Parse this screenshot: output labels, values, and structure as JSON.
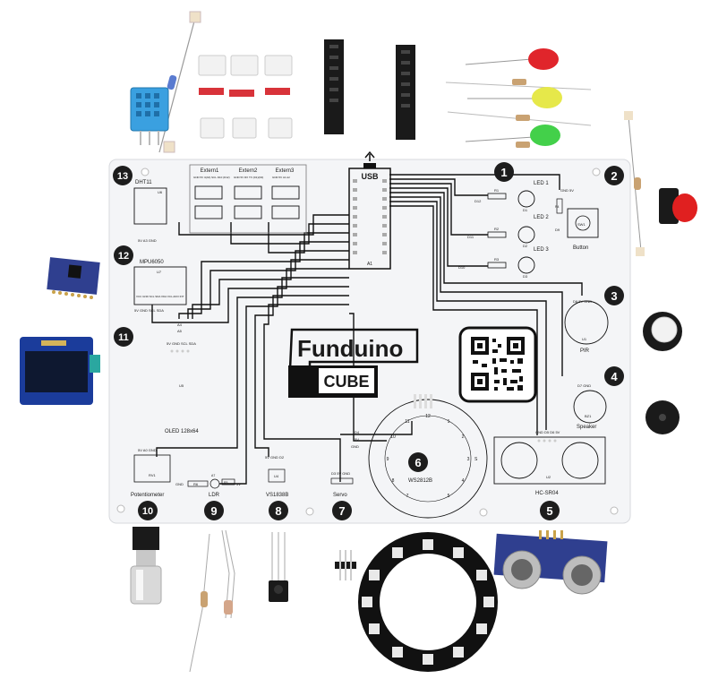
{
  "board": {
    "brand": "Funduino",
    "product": "CUBE",
    "usb_label": "USB",
    "arduino_ref": "A1"
  },
  "modules": [
    {
      "num": "1",
      "label": "LED 1"
    },
    {
      "num": "2",
      "label": "Button"
    },
    {
      "num": "3",
      "label": "PIR"
    },
    {
      "num": "4",
      "label": "Speaker"
    },
    {
      "num": "5",
      "label": "HC-SR04"
    },
    {
      "num": "6",
      "label": "WS2812B"
    },
    {
      "num": "7",
      "label": "Servo"
    },
    {
      "num": "8",
      "label": "VS1838B"
    },
    {
      "num": "9",
      "label": "LDR"
    },
    {
      "num": "10",
      "label": "Potentiometer"
    },
    {
      "num": "11",
      "label": "OLED 128x64"
    },
    {
      "num": "12",
      "label": "MPU6050"
    },
    {
      "num": "13",
      "label": "DHT11"
    }
  ],
  "leds": [
    "LED 1",
    "LED 2",
    "LED 3"
  ],
  "resistors": [
    "R1",
    "R2",
    "R3"
  ],
  "led_pins": [
    "D12",
    "D11",
    "D10"
  ],
  "led_refs": [
    "D1",
    "D2",
    "D3"
  ],
  "externs": [
    {
      "label": "Extern1",
      "pins": "GND 5V 3(A6) SCL D10 (D12)"
    },
    {
      "label": "Extern2",
      "pins": "GND 5V RX TX (D1)(D0)"
    },
    {
      "label": "Extern3",
      "pins": "GND 5V A1 A2"
    }
  ],
  "small_text": {
    "dht_ref": "U6",
    "dht_pins": "5V A3 GND",
    "mpu_ref": "U7",
    "mpu_pins": "VCC GND SCL SDA XDA XCL ADO INT",
    "mpu_bottom": "5V GND SCL SDA",
    "oled_pins": "5V GND SCL SDA",
    "oled_ref": "U5",
    "a4": "A4",
    "a5": "A5",
    "pir_pins": "D8 5V GND",
    "pir_ref": "U1",
    "speaker_pins": "D7 GND",
    "speaker_ref": "BZ1",
    "sonar_pins": "GND D5 D6 5V",
    "sonar_ref": "U2",
    "pot_pins": "5V A0 GND",
    "pot_ref": "RV1",
    "ldr_r": "R6",
    "ldr_r5": "R5",
    "ldr_a": "A7",
    "ir_pins": "5V GND D2",
    "ir_ref": "U4",
    "servo_pins": "D3 5V GND",
    "button_ref": "SW1",
    "button_pins": "GND 5V",
    "button_r": "R4",
    "button_pin": "D9",
    "ring_d4": "D4",
    "ring_5v": "5V",
    "ring_gnd": "GND",
    "ring_s": "S",
    "gnd": "GND",
    "five_v": "5V"
  },
  "ring_numbers": [
    "1",
    "2",
    "3",
    "4",
    "5",
    "6",
    "7",
    "8",
    "9",
    "10",
    "11",
    "12"
  ],
  "colors": {
    "board": "#f4f5f7",
    "trace": "#111111",
    "badge": "#1d1d1d",
    "led_red": "#e0252b",
    "led_yellow": "#e6e84a",
    "led_green": "#43d04a",
    "sensor_blue": "#3aa0e0",
    "module_blue": "#2f3f8f",
    "oled_blue": "#1b3c9b",
    "button_red": "#e02020"
  },
  "icons": [
    "qr-code-icon",
    "usb-arrow-icon"
  ]
}
